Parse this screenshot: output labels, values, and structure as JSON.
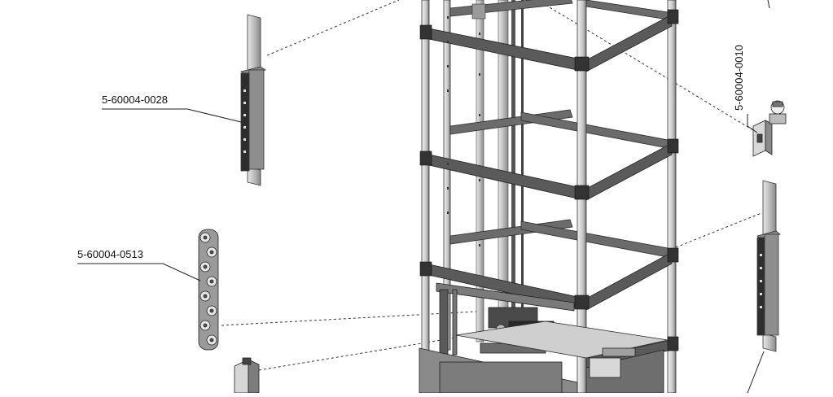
{
  "callouts": {
    "rail_guide": "5-60004-0028",
    "chain": "5-60004-0513",
    "bracket": "5-60004-0010"
  },
  "colors": {
    "frame": "#4a4a4a",
    "rail": "#8c8c8c",
    "part_dark": "#3a3a3a",
    "line": "#222222"
  },
  "icons": [
    "rail-guide-icon",
    "chain-icon",
    "bracket-icon",
    "lift-frame-icon"
  ]
}
